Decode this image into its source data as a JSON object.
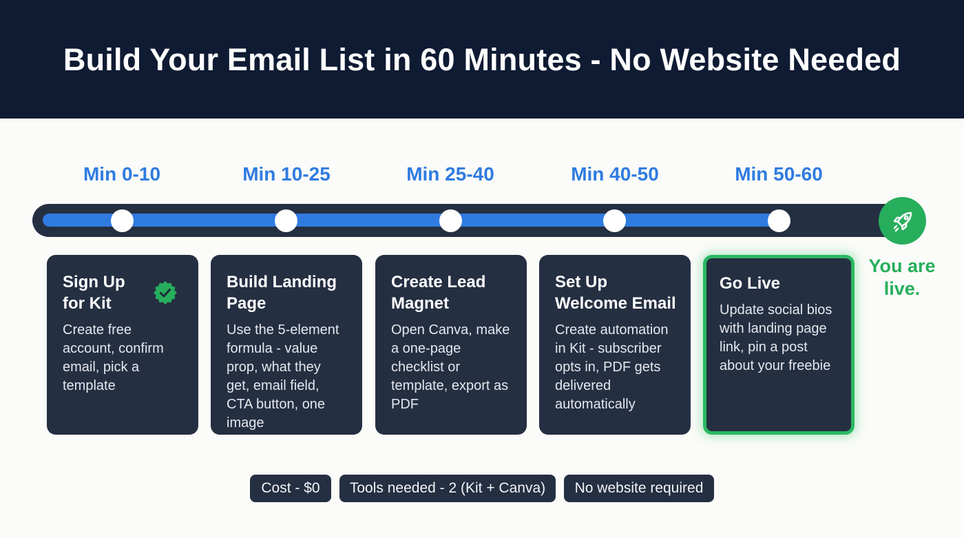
{
  "header": {
    "title": "Build Your Email List in 60 Minutes - No Website Needed"
  },
  "timeline": {
    "labels": [
      "Min 0-10",
      "Min 10-25",
      "Min 25-40",
      "Min 40-50",
      "Min 50-60"
    ],
    "end_icon": "rocket-icon",
    "end_text_line1": "You are",
    "end_text_line2": "live."
  },
  "steps": [
    {
      "title_line1": "Sign Up",
      "title_line2": "for Kit",
      "description": "Create free account, confirm email, pick a template",
      "status_icon": "check-badge-icon"
    },
    {
      "title_line1": "Build Landing",
      "title_line2": "Page",
      "description": "Use the 5-element formula - value prop, what they get, email field, CTA button, one image"
    },
    {
      "title_line1": "Create Lead",
      "title_line2": "Magnet",
      "description": "Open Canva, make a one-page checklist or template, export as PDF"
    },
    {
      "title_line1": "Set Up",
      "title_line2": "Welcome Email",
      "description": "Create automation in Kit - subscriber opts in, PDF gets delivered automatically"
    },
    {
      "title_line1": "Go Live",
      "title_line2": "",
      "description": "Update social bios with landing page link, pin a post about your freebie",
      "highlighted": true
    }
  ],
  "pills": [
    "Cost - $0",
    "Tools needed - 2 (Kit + Canva)",
    "No website required"
  ],
  "colors": {
    "header_bg": "#0f1b33",
    "accent_blue": "#2f7be0",
    "accent_green": "#27ae5c",
    "card_bg": "#252f42",
    "page_bg": "#fbfbf9"
  }
}
